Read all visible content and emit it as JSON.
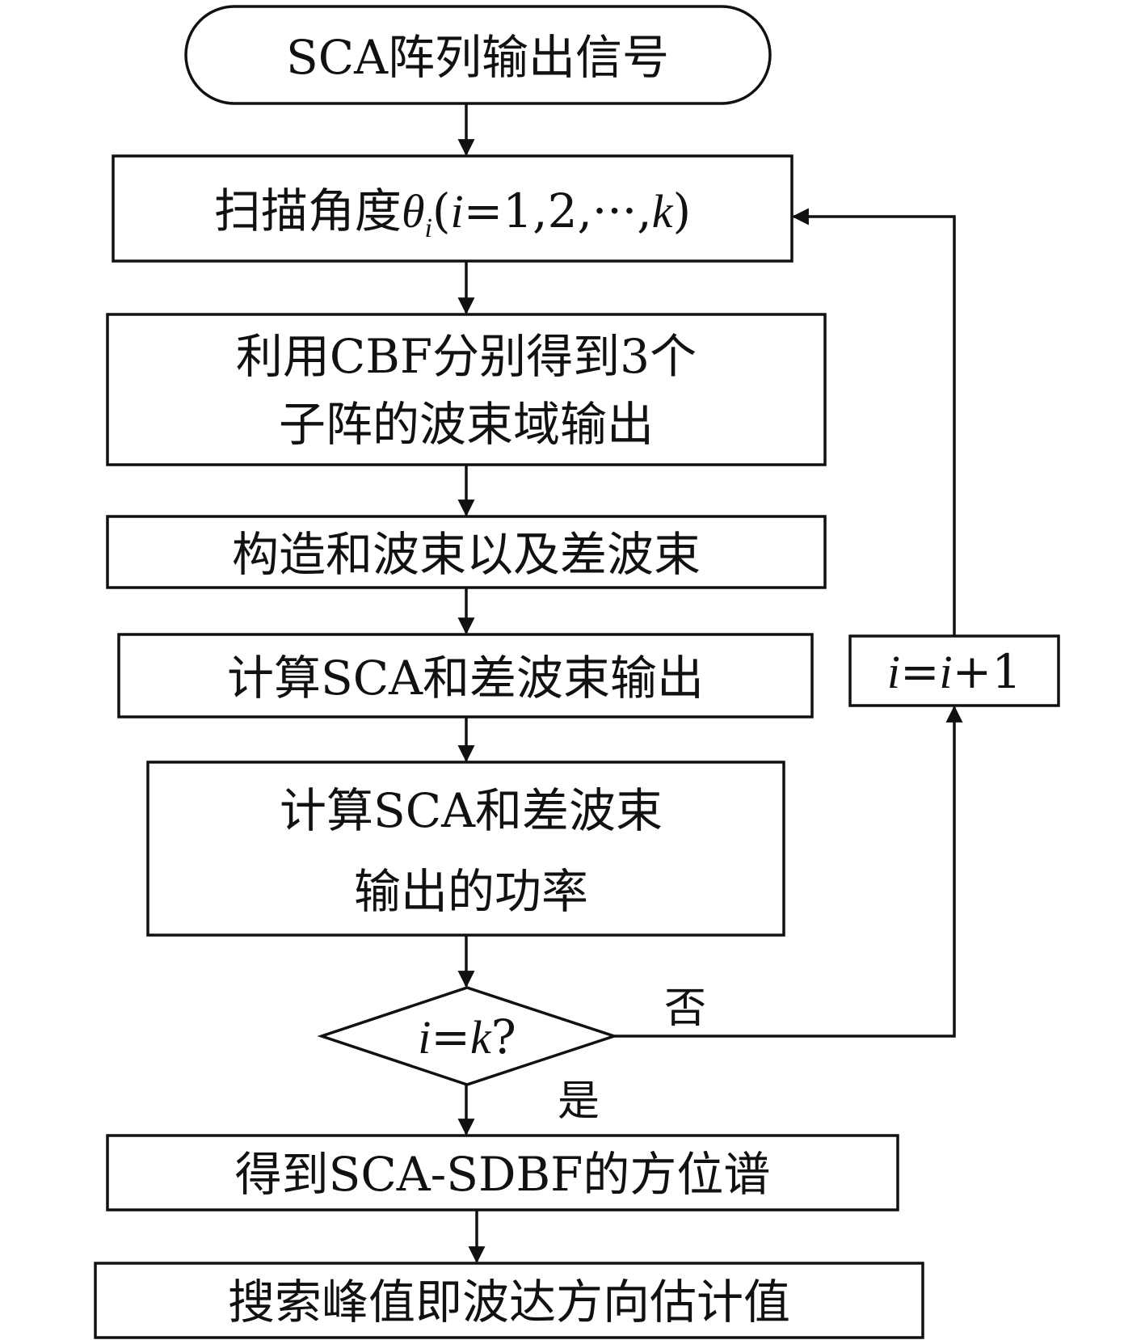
{
  "nodes": {
    "start": {
      "text": "SCA阵列输出信号"
    },
    "scan": {
      "prefix": "扫描角度",
      "theta": "θ",
      "sub": "i",
      "open": "(",
      "var_i": "i",
      "rest": "=1,2,···,",
      "var_k": "k",
      "close": ")"
    },
    "cbf": {
      "line1": "利用CBF分别得到3个",
      "line2": "子阵的波束域输出"
    },
    "construct": {
      "text": "构造和波束以及差波束"
    },
    "calc_output": {
      "text": "计算SCA和差波束输出"
    },
    "calc_power": {
      "line1": "计算SCA和差波束",
      "line2": "输出的功率"
    },
    "decision": {
      "var_i": "i",
      "eq": "=",
      "var_k": "k",
      "q": "?"
    },
    "increment": {
      "var_i1": "i",
      "eq": "=",
      "var_i2": "i",
      "plus": "+1"
    },
    "spectrum": {
      "text": "得到SCA-SDBF的方位谱"
    },
    "search": {
      "text": "搜索峰值即波达方向估计值"
    }
  },
  "edge_labels": {
    "no": "否",
    "yes": "是"
  }
}
